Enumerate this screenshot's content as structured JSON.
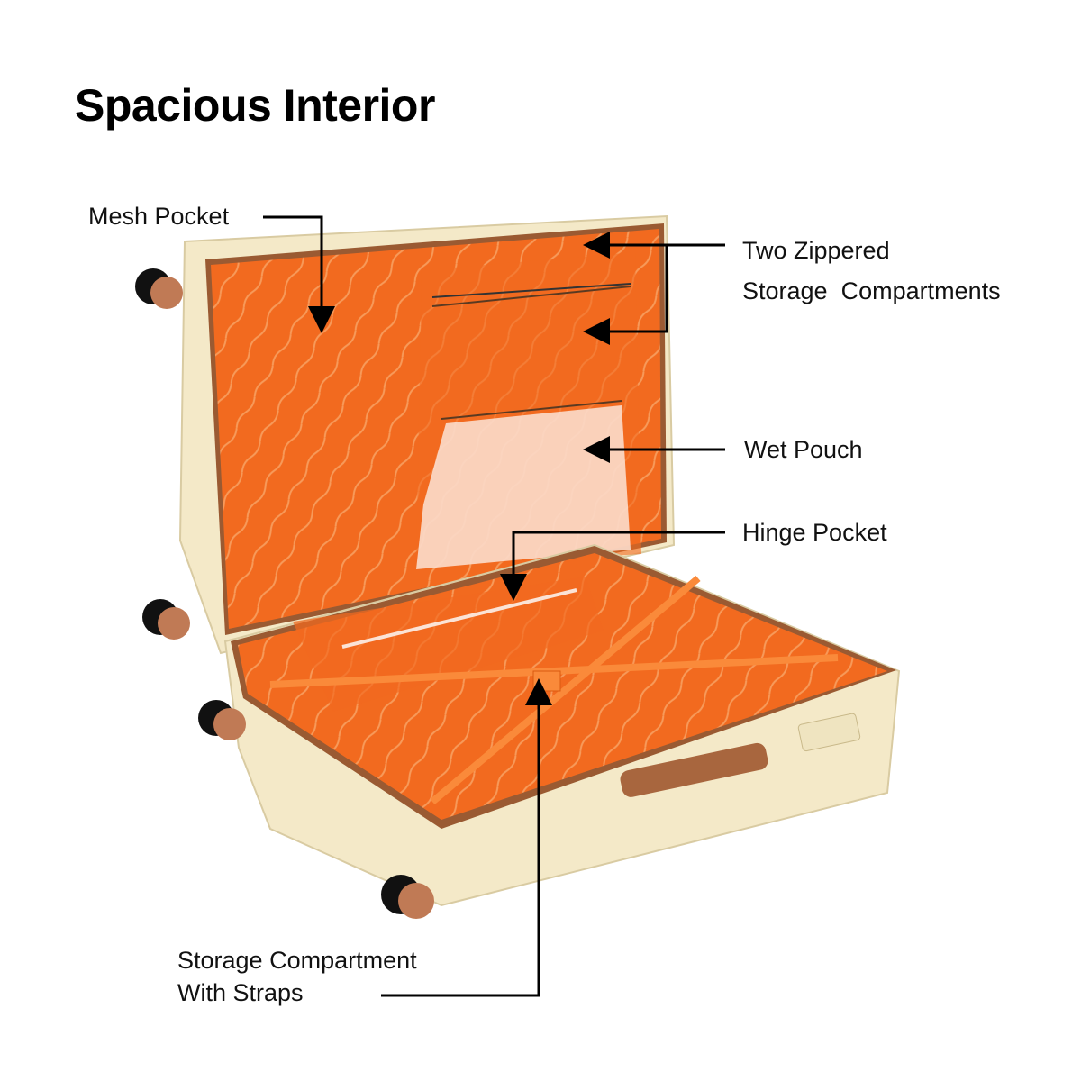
{
  "title": "Spacious Interior",
  "labels": {
    "mesh_pocket": "Mesh Pocket",
    "two_zippered_line1": "Two Zippered",
    "two_zippered_line2": "Storage  Compartments",
    "wet_pouch": "Wet Pouch",
    "hinge_pocket": "Hinge Pocket",
    "storage_straps_line1": "Storage Compartment",
    "storage_straps_line2": "With Straps"
  },
  "colors": {
    "shell": "#f4e9c8",
    "lining": "#f26a1f",
    "trim": "#9a5a32",
    "wheel_hub": "#c07a55",
    "arrow": "#000000"
  }
}
